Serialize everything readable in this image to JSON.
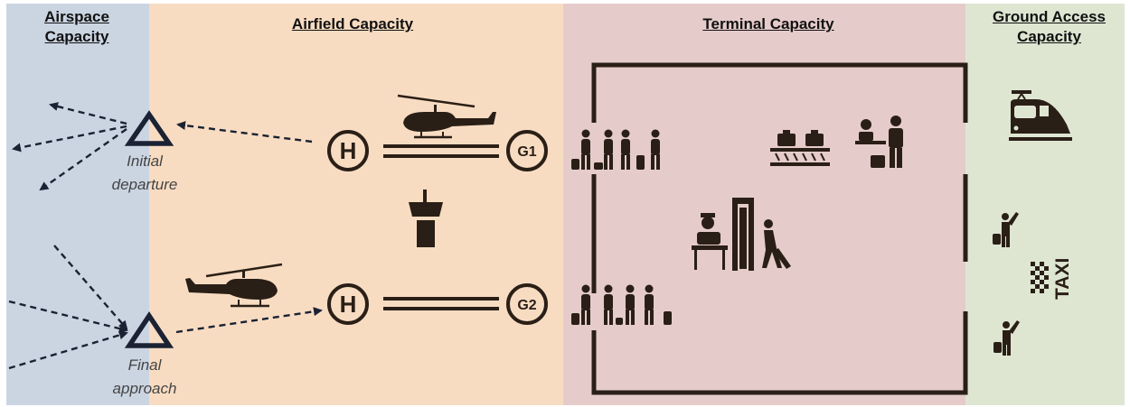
{
  "sections": {
    "airspace": "Airspace Capacity",
    "airfield": "Airfield Capacity",
    "terminal": "Terminal Capacity",
    "ground": "Ground Access Capacity"
  },
  "points": {
    "initial": "Initial departure",
    "final": "Final approach"
  },
  "pads": {
    "helipad_symbol": "H",
    "gate1": "G1",
    "gate2": "G2"
  },
  "ground": {
    "taxi_sign": "TAXI"
  },
  "colors": {
    "airspace_bg": "#cbd5e2",
    "airfield_bg": "#f8dcc2",
    "terminal_bg": "#e5cccb",
    "ground_bg": "#dee6d2",
    "icon": "#2a1f16",
    "arrow": "#1a2233"
  },
  "icons": [
    "helicopter-icon",
    "helipad-icon",
    "gate-icon",
    "control-tower-icon",
    "passenger-group-icon",
    "baggage-carousel-icon",
    "check-in-desk-icon",
    "security-checkpoint-icon",
    "train-icon",
    "taxi-icon",
    "hailing-person-icon",
    "waypoint-triangle-icon"
  ]
}
